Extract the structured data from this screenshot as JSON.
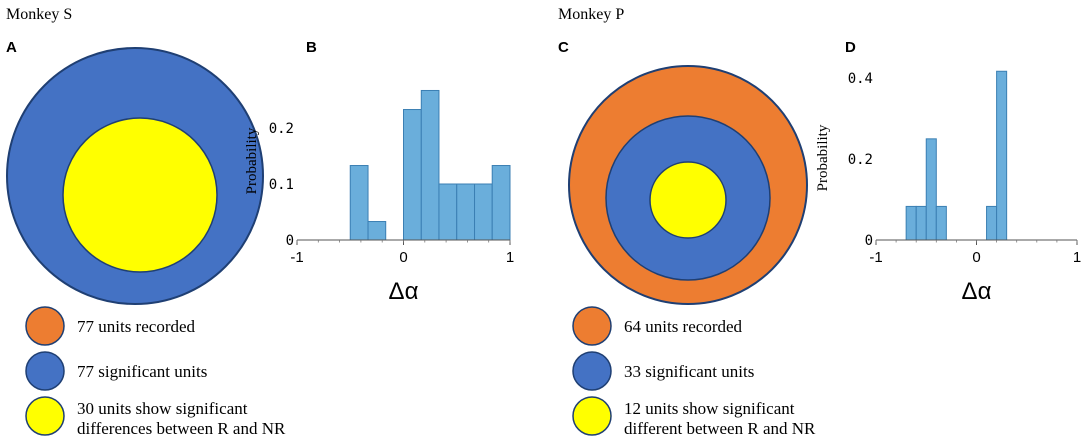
{
  "colors": {
    "orange": "#ED7D31",
    "blue": "#4472C4",
    "yellow": "#FFFF00",
    "outline": "#1F3F73",
    "bar": "#6AAEDB",
    "bar_edge": "#3B7FB3"
  },
  "panels": {
    "monkey_s_title": "Monkey S",
    "monkey_p_title": "Monkey P",
    "a_label": "A",
    "b_label": "B",
    "c_label": "C",
    "d_label": "D"
  },
  "legend_s": [
    {
      "color": "orange",
      "text": "77 units recorded"
    },
    {
      "color": "blue",
      "text": "77 significant units"
    },
    {
      "color": "yellow",
      "text": "30 units show significant",
      "text2": "differences between R and NR"
    }
  ],
  "legend_p": [
    {
      "color": "orange",
      "text": "64 units recorded"
    },
    {
      "color": "blue",
      "text": "33 significant units"
    },
    {
      "color": "yellow",
      "text": "12 units show significant",
      "text2": "different between R and NR"
    }
  ],
  "chart_data": [
    {
      "type": "bar",
      "panel": "B",
      "ylabel": "Probability",
      "xlabel": "Δα",
      "xlim": [
        -1,
        1
      ],
      "ylim": [
        0,
        0.3
      ],
      "xticks": [
        -1,
        0,
        1
      ],
      "xtick_labels": [
        "-1",
        "0",
        "1"
      ],
      "yticks": [
        0,
        0.1,
        0.2
      ],
      "ytick_labels": [
        "0",
        "0.1",
        "0.2"
      ],
      "bin_edges": [
        -0.5,
        -0.333,
        -0.167,
        0,
        0.167,
        0.333,
        0.5,
        0.667,
        0.833,
        1.0
      ],
      "values": [
        0.133,
        0.033,
        0,
        0.233,
        0.267,
        0.1,
        0.1,
        0.1,
        0.133
      ]
    },
    {
      "type": "bar",
      "panel": "D",
      "ylabel": "Probability",
      "xlabel": "Δα",
      "xlim": [
        -1,
        1
      ],
      "ylim": [
        0,
        0.43
      ],
      "xticks": [
        -1,
        0,
        1
      ],
      "xtick_labels": [
        "-1",
        "0",
        "1"
      ],
      "yticks": [
        0,
        0.2,
        0.4
      ],
      "ytick_labels": [
        "0",
        "0.2",
        "0.4"
      ],
      "bin_edges": [
        -0.7,
        -0.6,
        -0.5,
        -0.4,
        -0.3,
        -0.2,
        -0.1,
        0,
        0.1,
        0.2,
        0.3
      ],
      "values": [
        0.083,
        0.083,
        0.25,
        0.083,
        0,
        0,
        0,
        0,
        0.083,
        0.417
      ]
    }
  ]
}
